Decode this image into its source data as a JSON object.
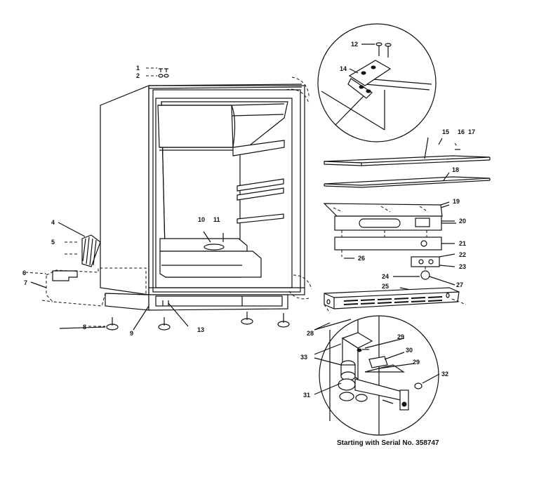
{
  "diagram": {
    "caption": "Starting with Serial No. 358747",
    "top_cut_text": "",
    "callouts": {
      "c1": "1",
      "c2": "2",
      "c4": "4",
      "c5": "5",
      "c6": "6",
      "c7": "7",
      "c8": "8",
      "c9": "9",
      "c10": "10",
      "c11": "11",
      "c12": "12",
      "c13": "13",
      "c14": "14",
      "c15": "15",
      "c16": "16",
      "c17": "17",
      "c18": "18",
      "c19": "19",
      "c20": "20",
      "c21": "21",
      "c22": "22",
      "c23": "23",
      "c24": "24",
      "c25": "25",
      "c26": "26",
      "c27": "27",
      "c28": "28",
      "c29a": "29",
      "c29b": "29",
      "c30": "30",
      "c31": "31",
      "c32": "32",
      "c33": "33"
    }
  }
}
